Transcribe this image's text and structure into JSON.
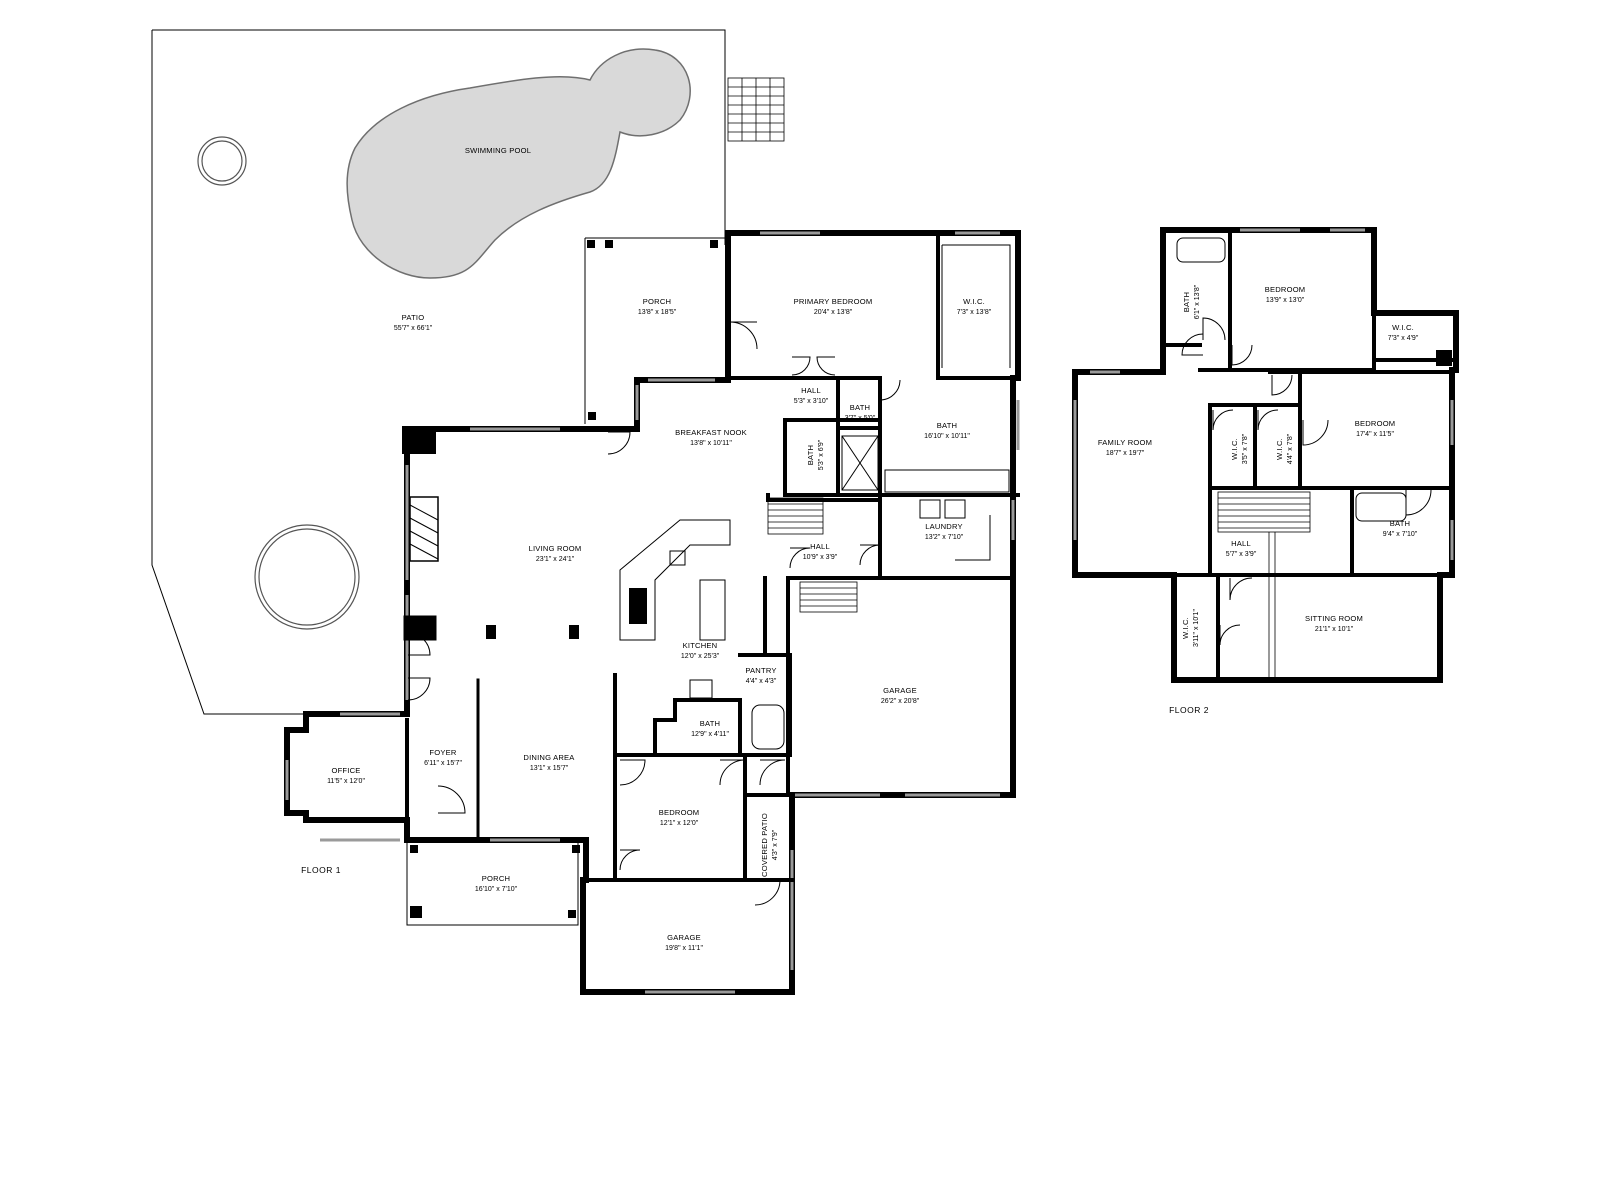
{
  "floors": [
    {
      "id": "floor1",
      "label": "FLOOR 1"
    },
    {
      "id": "floor2",
      "label": "FLOOR 2"
    }
  ],
  "rooms": [
    {
      "id": "swimming-pool",
      "name": "SWIMMING POOL",
      "dims": ""
    },
    {
      "id": "patio",
      "name": "PATIO",
      "dims": "55'7\" x 66'1\""
    },
    {
      "id": "porch-back",
      "name": "PORCH",
      "dims": "13'8\" x 18'5\""
    },
    {
      "id": "primary-bedroom",
      "name": "PRIMARY BEDROOM",
      "dims": "20'4\" x 13'8\""
    },
    {
      "id": "wic-primary",
      "name": "W.I.C.",
      "dims": "7'3\" x 13'8\""
    },
    {
      "id": "hall-a",
      "name": "HALL",
      "dims": "5'3\" x 3'10\""
    },
    {
      "id": "bath-small",
      "name": "BATH",
      "dims": "3'7\" x 5'0\""
    },
    {
      "id": "bath-primary",
      "name": "BATH",
      "dims": "16'10\" x 10'11\""
    },
    {
      "id": "bath-side",
      "name": "BATH",
      "dims": "5'3\" x 6'9\""
    },
    {
      "id": "breakfast-nook",
      "name": "BREAKFAST NOOK",
      "dims": "13'8\" x 10'11\""
    },
    {
      "id": "living-room",
      "name": "LIVING ROOM",
      "dims": "23'1\" x 24'1\""
    },
    {
      "id": "laundry",
      "name": "LAUNDRY",
      "dims": "13'2\" x 7'10\""
    },
    {
      "id": "hall-b",
      "name": "HALL",
      "dims": "10'9\" x 3'9\""
    },
    {
      "id": "kitchen",
      "name": "KITCHEN",
      "dims": "12'0\" x 25'3\""
    },
    {
      "id": "pantry",
      "name": "PANTRY",
      "dims": "4'4\" x 4'3\""
    },
    {
      "id": "bath-kitchen",
      "name": "BATH",
      "dims": "12'9\" x 4'11\""
    },
    {
      "id": "garage-main",
      "name": "GARAGE",
      "dims": "26'2\" x 20'8\""
    },
    {
      "id": "office",
      "name": "OFFICE",
      "dims": "11'5\" x 12'0\""
    },
    {
      "id": "foyer",
      "name": "FOYER",
      "dims": "6'11\" x 15'7\""
    },
    {
      "id": "dining-area",
      "name": "DINING AREA",
      "dims": "13'1\" x 15'7\""
    },
    {
      "id": "bedroom-f1",
      "name": "BEDROOM",
      "dims": "12'1\" x 12'0\""
    },
    {
      "id": "covered-patio",
      "name": "COVERED PATIO",
      "dims": "4'3\" x 7'9\""
    },
    {
      "id": "porch-front",
      "name": "PORCH",
      "dims": "16'10\" x 7'10\""
    },
    {
      "id": "garage-small",
      "name": "GARAGE",
      "dims": "19'8\" x 11'1\""
    },
    {
      "id": "bath-f2-a",
      "name": "BATH",
      "dims": "6'1\" x 13'8\""
    },
    {
      "id": "bedroom-f2-a",
      "name": "BEDROOM",
      "dims": "13'9\" x 13'0\""
    },
    {
      "id": "wic-f2-a",
      "name": "W.I.C.",
      "dims": "7'3\" x 4'9\""
    },
    {
      "id": "family-room",
      "name": "FAMILY ROOM",
      "dims": "18'7\" x 19'7\""
    },
    {
      "id": "wic-f2-b",
      "name": "W.I.C.",
      "dims": "3'5\" x 7'8\""
    },
    {
      "id": "wic-f2-c",
      "name": "W.I.C.",
      "dims": "4'4\" x 7'8\""
    },
    {
      "id": "bedroom-f2-b",
      "name": "BEDROOM",
      "dims": "17'4\" x 11'5\""
    },
    {
      "id": "hall-f2",
      "name": "HALL",
      "dims": "5'7\" x 3'9\""
    },
    {
      "id": "bath-f2-b",
      "name": "BATH",
      "dims": "9'4\" x 7'10\""
    },
    {
      "id": "wic-f2-d",
      "name": "W.I.C.",
      "dims": "3'11\" x 10'1\""
    },
    {
      "id": "sitting-room",
      "name": "SITTING ROOM",
      "dims": "21'1\" x 10'1\""
    }
  ]
}
